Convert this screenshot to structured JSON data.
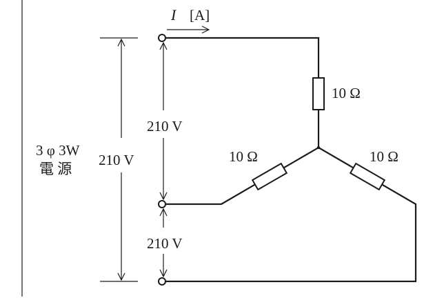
{
  "current_label": {
    "symbol": "I",
    "unit": "[A]"
  },
  "source": {
    "line1": "3 φ 3W",
    "line2": "電 源",
    "line_voltage": "210 V"
  },
  "phase_voltages": {
    "upper": "210 V",
    "lower": "210 V"
  },
  "resistors": {
    "top": "10 Ω",
    "left": "10 Ω",
    "right": "10 Ω"
  }
}
